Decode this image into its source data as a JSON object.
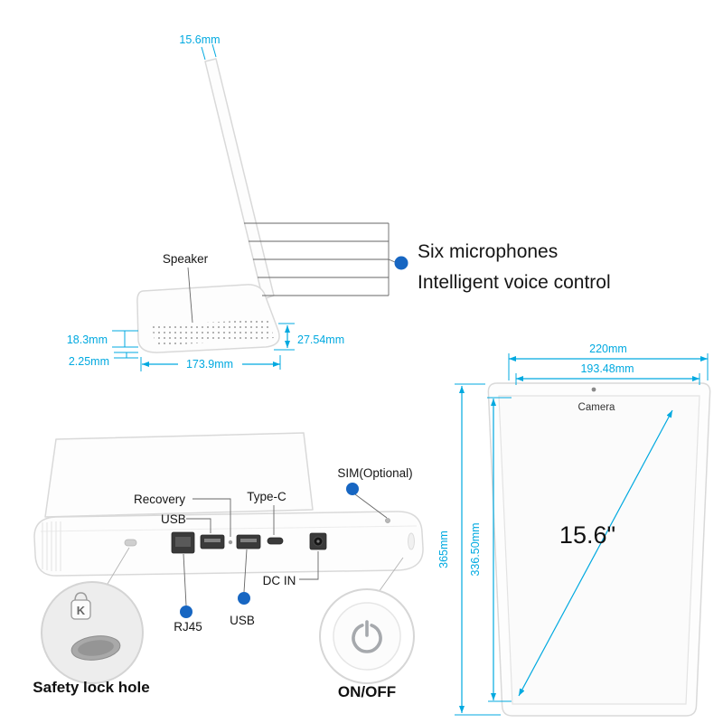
{
  "colors": {
    "accent": "#00a9e0",
    "dot": "#1766c2",
    "ink": "#111111"
  },
  "side_view": {
    "thickness_label": "15.6mm",
    "speaker_label": "Speaker",
    "mic_title": "Six microphones",
    "mic_subtitle": "Intelligent voice control",
    "dimensions": {
      "left_height": "18.3mm",
      "foot_gap": "2.25mm",
      "base_width": "173.9mm",
      "right_height": "27.54mm"
    }
  },
  "back_view": {
    "port_labels": {
      "recovery": "Recovery",
      "usb_top": "USB",
      "type_c": "Type-C",
      "sim": "SIM(Optional)",
      "dc_in": "DC IN",
      "rj45": "RJ45",
      "usb_bottom": "USB"
    },
    "safety_lock_label": "Safety lock hole",
    "kensington_letter": "K",
    "power_label": "ON/OFF"
  },
  "front_view": {
    "outer_width": "220mm",
    "inner_width": "193.48mm",
    "camera_label": "Camera",
    "diagonal_label": "15.6\"",
    "outer_height": "365mm",
    "inner_height": "336.50mm"
  }
}
